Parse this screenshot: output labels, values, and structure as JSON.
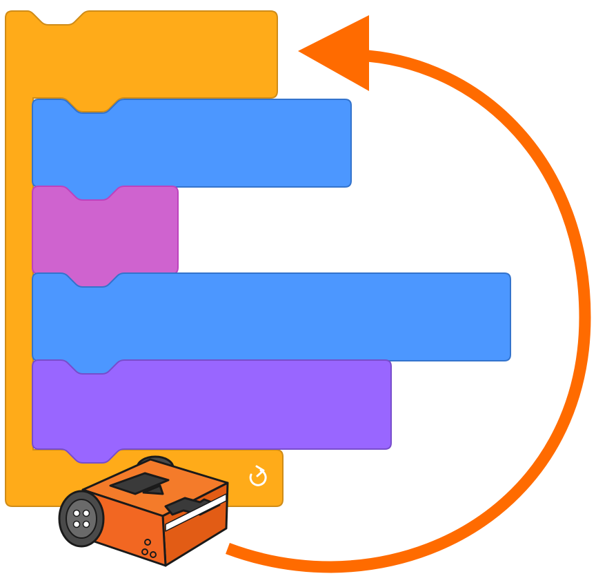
{
  "diagram": {
    "loop_block": {
      "color": "#FFAB19",
      "stroke": "#CF8B17",
      "icon": "repeat-arrow-icon"
    },
    "inner_blocks": [
      {
        "name": "motion-block-1",
        "color": "#4C97FF",
        "stroke": "#3373CC"
      },
      {
        "name": "sound-block",
        "color": "#CF63CF",
        "stroke": "#BD42BD"
      },
      {
        "name": "motion-block-2",
        "color": "#4C97FF",
        "stroke": "#3373CC"
      },
      {
        "name": "looks-block",
        "color": "#9966FF",
        "stroke": "#774DCB"
      }
    ],
    "loop_arrow": {
      "color": "#FF6B00",
      "icon": "circular-arrow-icon"
    },
    "robot": {
      "body_color": "#F26722",
      "icon": "edison-robot-icon"
    }
  }
}
